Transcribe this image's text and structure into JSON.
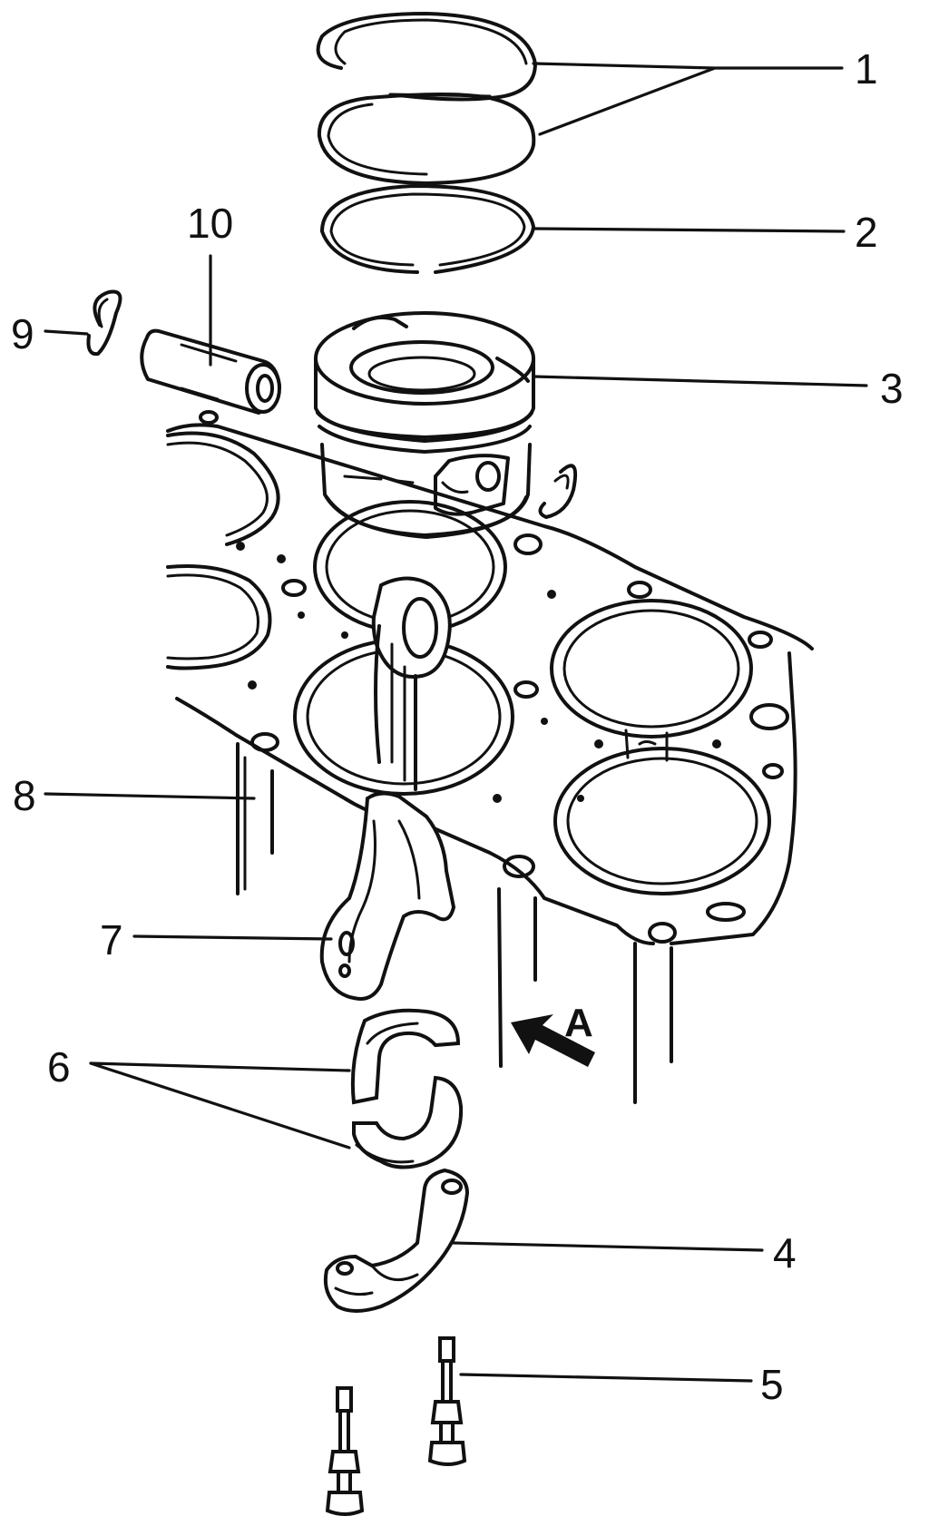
{
  "callouts": {
    "c1": "1",
    "c2": "2",
    "c3": "3",
    "c4": "4",
    "c5": "5",
    "c6": "6",
    "c7": "7",
    "c8": "8",
    "c9": "9",
    "c10": "10"
  },
  "view_arrow_label": "A",
  "colors": {
    "ink": "#111111",
    "paper": "#ffffff"
  }
}
